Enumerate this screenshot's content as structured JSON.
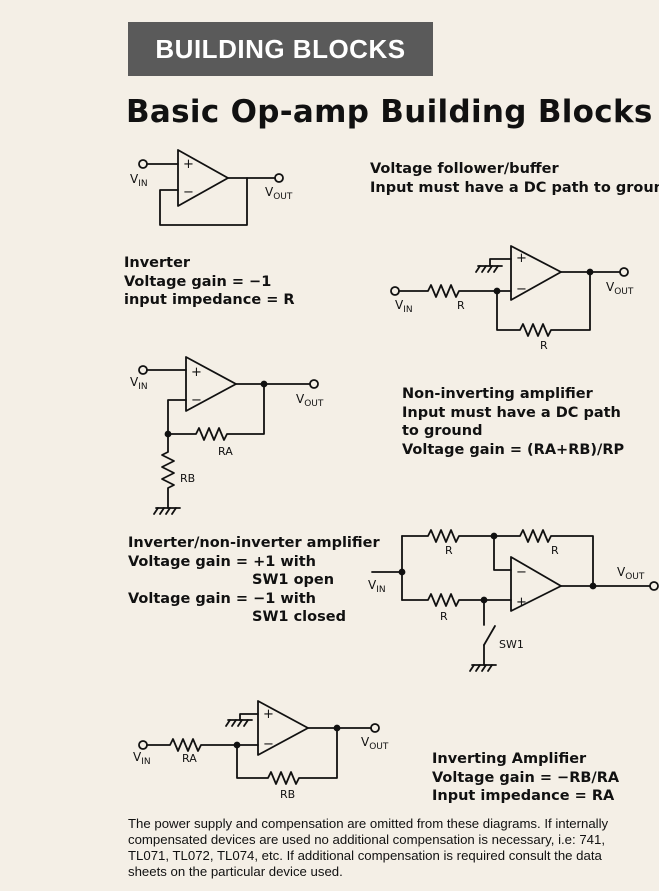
{
  "header": {
    "banner": "BUILDING BLOCKS",
    "title": "Basic Op-amp Building Blocks"
  },
  "labels": {
    "vin": "V",
    "vin_sub": "IN",
    "vout": "V",
    "vout_sub": "OUT",
    "r": "R",
    "ra": "RA",
    "rb": "RB",
    "sw1": "SW1",
    "plus": "+",
    "minus": "−"
  },
  "captions": {
    "follower": [
      "Voltage follower/buffer",
      "Input must have a DC path to ground"
    ],
    "inverter": [
      "Inverter",
      "Voltage gain = −1",
      "input impedance = R"
    ],
    "noninverting": [
      "Non-inverting amplifier",
      "Input must have a DC path",
      "to ground",
      "Voltage gain = (RA+RB)/RP"
    ],
    "invnoninv": {
      "title": "Inverter/non-inverter amplifier",
      "gain1_label": "Voltage gain =",
      "gain1_value": "+1 with",
      "gain1_cond": "SW1 open",
      "gain2_label": "Voltage gain =",
      "gain2_value": "−1 with",
      "gain2_cond": "SW1 closed"
    },
    "inverting": [
      "Inverting Amplifier",
      "Voltage gain = −RB/RA",
      "Input impedance = RA"
    ]
  },
  "footer": {
    "text": "The power supply and compensation are omitted from these diagrams. If internally compensated devices are used no additional compensation is necessary, i.e: 741, TL071, TL072, TL074, etc. If additional compensation is required consult the data sheets on the particular device used."
  }
}
